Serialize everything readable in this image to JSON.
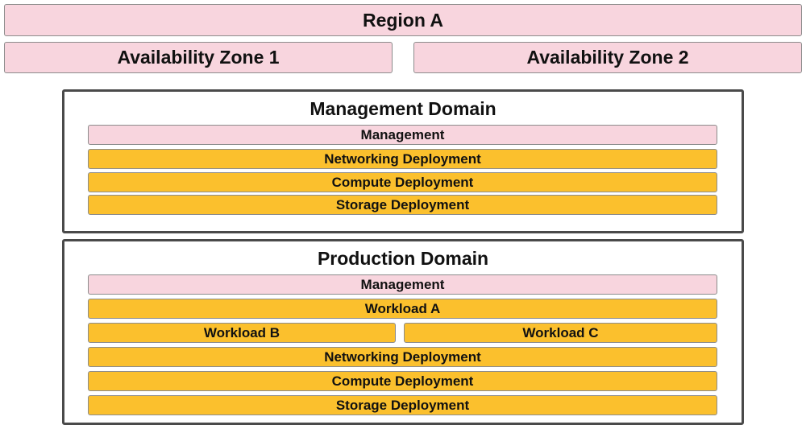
{
  "region": {
    "label": "Region A"
  },
  "zones": [
    {
      "label": "Availability Zone 1"
    },
    {
      "label": "Availability Zone 2"
    }
  ],
  "management_domain": {
    "title": "Management Domain",
    "management": "Management",
    "networking": "Networking Deployment",
    "compute": "Compute Deployment",
    "storage": "Storage Deployment"
  },
  "production_domain": {
    "title": "Production Domain",
    "management": "Management",
    "workload_a": "Workload A",
    "workload_b": "Workload B",
    "workload_c": "Workload C",
    "networking": "Networking Deployment",
    "compute": "Compute Deployment",
    "storage": "Storage Deployment"
  },
  "colors": {
    "pink_fill": "#f8d5de",
    "yellow_fill": "#fbc02d",
    "border_gray": "#8c8c8c",
    "domain_border": "#4a4a4a"
  }
}
